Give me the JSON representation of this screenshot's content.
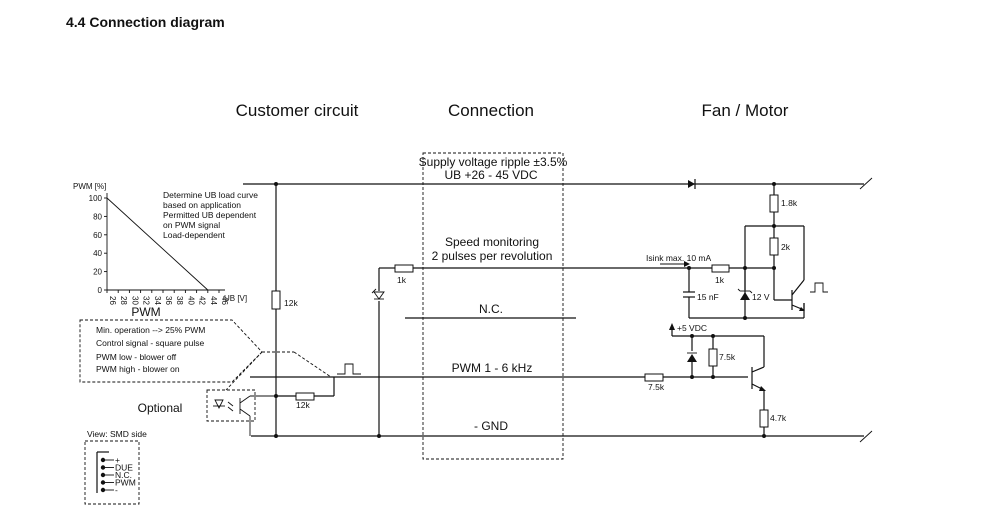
{
  "title": "4.4 Connection diagram",
  "columns": {
    "customer": "Customer circuit",
    "connection": "Connection",
    "fan": "Fan / Motor"
  },
  "connection_lines": {
    "supply_1": "Supply voltage ripple ±3.5%",
    "supply_2": "UB +26 - 45 VDC",
    "speed_1": "Speed monitoring",
    "speed_2": "2 pulses per revolution",
    "nc": "N.C.",
    "pwm": "PWM 1 - 6 kHz",
    "gnd": "- GND"
  },
  "graph": {
    "y_axis_label": "PWM [%]",
    "x_axis_label": "UB [V]",
    "y_ticks": [
      "100",
      "80",
      "60",
      "40",
      "20",
      "0"
    ],
    "x_ticks": [
      "26",
      "28",
      "30",
      "32",
      "34",
      "36",
      "38",
      "40",
      "42",
      "44",
      "46"
    ],
    "note_lines": [
      "Determine UB load curve",
      "based on application",
      "Permitted UB dependent",
      "on PWM signal",
      "Load-dependent"
    ],
    "caption": "PWM",
    "curve": {
      "x": [
        26,
        44
      ],
      "y": [
        100,
        0
      ]
    }
  },
  "pwm_box": {
    "lines": [
      "Min. operation --> 25% PWM",
      "Control signal - square pulse",
      "PWM low - blower off",
      "PWM high - blower on"
    ]
  },
  "optional_label": "Optional",
  "components": {
    "r_12k_vertical": "12k",
    "r_12k_horizontal": "12k",
    "r_1k_customer": "1k",
    "r_1k_fan": "1k",
    "r_1_8k": "1.8k",
    "r_2k": "2k",
    "r_7_5k_vertical": "7.5k",
    "r_7_5k_horizontal": "7.5k",
    "r_4_7k": "4.7k",
    "cap_15nf": "15 nF",
    "zener_12v": "12 V",
    "supply_5vdc": "+5 VDC",
    "isink": "Isink max. 10 mA"
  },
  "connector": {
    "view_label": "View: SMD side",
    "pins": [
      "+",
      "DUE",
      "N.C.",
      "PWM",
      "-"
    ]
  }
}
